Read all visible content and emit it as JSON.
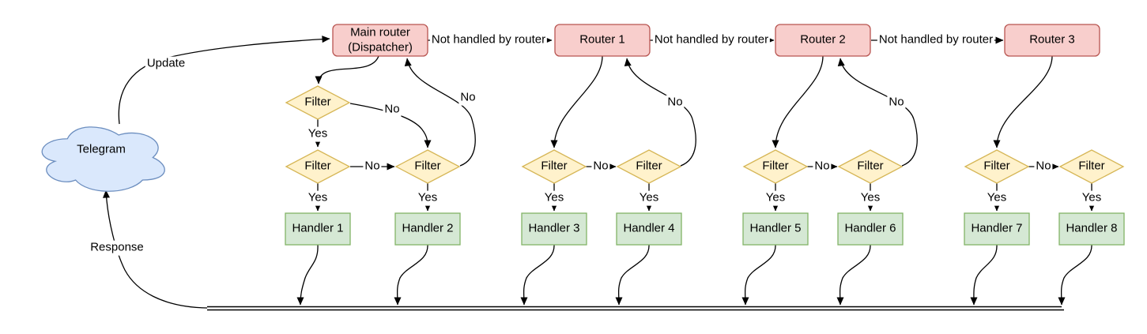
{
  "nodes": {
    "telegram": "Telegram",
    "dispatcher": "Main router\n(Dispatcher)",
    "routers": [
      "Router 1",
      "Router 2",
      "Router 3"
    ],
    "filter": "Filter",
    "handlers": [
      "Handler 1",
      "Handler 2",
      "Handler 3",
      "Handler 4",
      "Handler 5",
      "Handler 6",
      "Handler 7",
      "Handler 8"
    ]
  },
  "edge_labels": {
    "update": "Update",
    "response": "Response",
    "yes": "Yes",
    "no": "No",
    "not_handled": "Not handled by router"
  },
  "colors": {
    "router_fill": "#f8cecc",
    "router_stroke": "#b85450",
    "filter_fill": "#fff2cc",
    "filter_stroke": "#d6b656",
    "handler_fill": "#d5e8d4",
    "handler_stroke": "#82b366",
    "cloud_fill": "#dae8fc",
    "cloud_stroke": "#6c8ebf",
    "edge": "#000000",
    "background": "#ffffff"
  }
}
